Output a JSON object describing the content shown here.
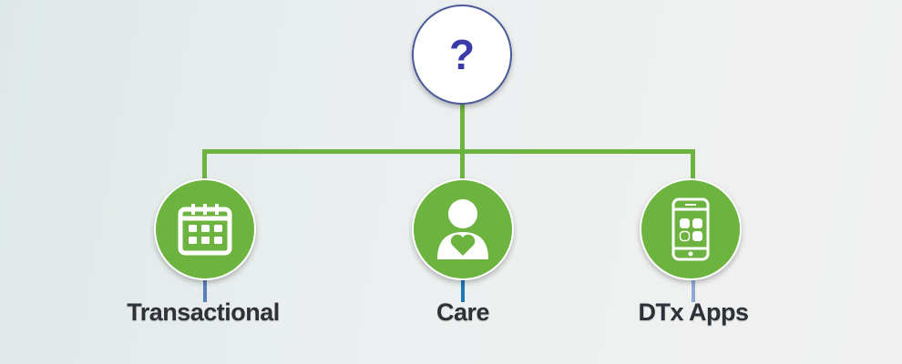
{
  "diagram": {
    "root": {
      "label": "?",
      "icon": "question-mark"
    },
    "colors": {
      "connector": "#6db33f",
      "node_fill": "#6db33f",
      "root_border": "#4a5a9a",
      "question_mark": "#3a3aa8",
      "label_text": "#2e3238"
    },
    "children": [
      {
        "label": "Transactional",
        "icon": "calendar-icon",
        "stub_color": "#5a7fb8"
      },
      {
        "label": "Care",
        "icon": "person-heart-icon",
        "stub_color": "#1f78b4"
      },
      {
        "label": "DTx Apps",
        "icon": "smartphone-apps-icon",
        "stub_color": "#8ea8d8"
      }
    ]
  }
}
